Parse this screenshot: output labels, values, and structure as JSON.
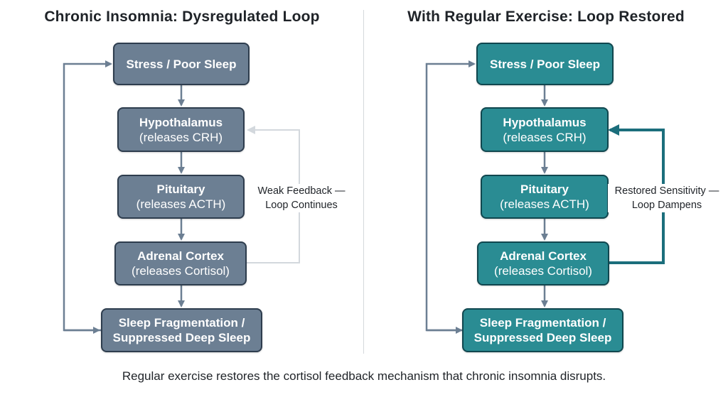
{
  "colors": {
    "left_node_fill": "#6c7f93",
    "left_node_border": "#2e3d4e",
    "right_node_fill": "#2a8c93",
    "right_node_border": "#10474f",
    "left_arrow": "#6c7f93",
    "weak_feedback_arrow": "#d3d8dd",
    "right_arrow": "#6c7f93",
    "restored_feedback_arrow": "#1b6e7c"
  },
  "left_panel": {
    "title": "Chronic Insomnia: Dysregulated Loop",
    "nodes": {
      "stress": {
        "line1": "Stress / Poor Sleep",
        "line2": ""
      },
      "hypothalamus": {
        "line1": "Hypothalamus",
        "line2": "(releases CRH)"
      },
      "pituitary": {
        "line1": "Pituitary",
        "line2": "(releases ACTH)"
      },
      "adrenal": {
        "line1": "Adrenal Cortex",
        "line2": "(releases Cortisol)"
      },
      "sleep": {
        "line1": "Sleep Fragmentation /",
        "line2": "Suppressed Deep Sleep"
      }
    },
    "feedback_label": {
      "line1": "Weak Feedback —",
      "line2": "Loop Continues"
    }
  },
  "right_panel": {
    "title": "With Regular Exercise: Loop Restored",
    "nodes": {
      "stress": {
        "line1": "Stress / Poor Sleep",
        "line2": ""
      },
      "hypothalamus": {
        "line1": "Hypothalamus",
        "line2": "(releases CRH)"
      },
      "pituitary": {
        "line1": "Pituitary",
        "line2": "(releases ACTH)"
      },
      "adrenal": {
        "line1": "Adrenal Cortex",
        "line2": "(releases Cortisol)"
      },
      "sleep": {
        "line1": "Sleep Fragmentation /",
        "line2": "Suppressed Deep Sleep"
      }
    },
    "feedback_label": {
      "line1": "Restored Sensitivity —",
      "line2": "Loop Dampens"
    }
  },
  "caption": "Regular exercise restores the cortisol feedback mechanism that chronic insomnia disrupts."
}
